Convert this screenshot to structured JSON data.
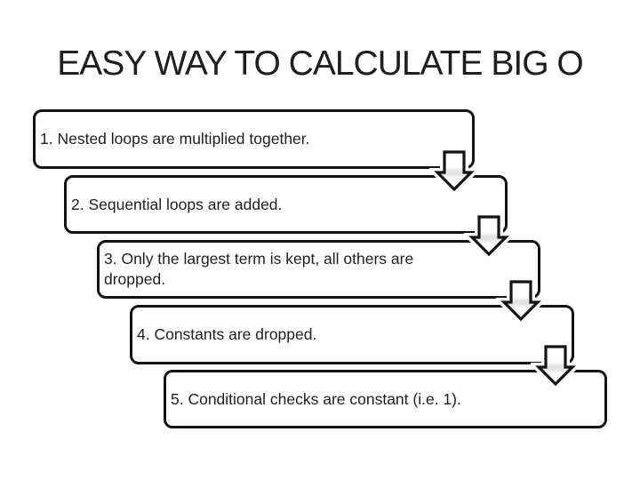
{
  "slide": {
    "title": "EASY WAY TO CALCULATE BIG O",
    "steps": [
      {
        "label": "1. Nested loops are multiplied together."
      },
      {
        "label": "2. Sequential loops are added."
      },
      {
        "label": "3. Only the largest term is kept, all others are\ndropped."
      },
      {
        "label": "4. Constants are dropped."
      },
      {
        "label": "5. Conditional checks are constant (i.e. 1)."
      }
    ],
    "colors": {
      "background": "#ffffff",
      "text": "#1f1f1f",
      "box_border": "#141414",
      "box_fill": "#ffffff",
      "arrow_fill": "#ffffff",
      "arrow_band": "#e2e2e2",
      "arrow_outline": "#141414",
      "arrow_halo": "#ffffff"
    }
  }
}
